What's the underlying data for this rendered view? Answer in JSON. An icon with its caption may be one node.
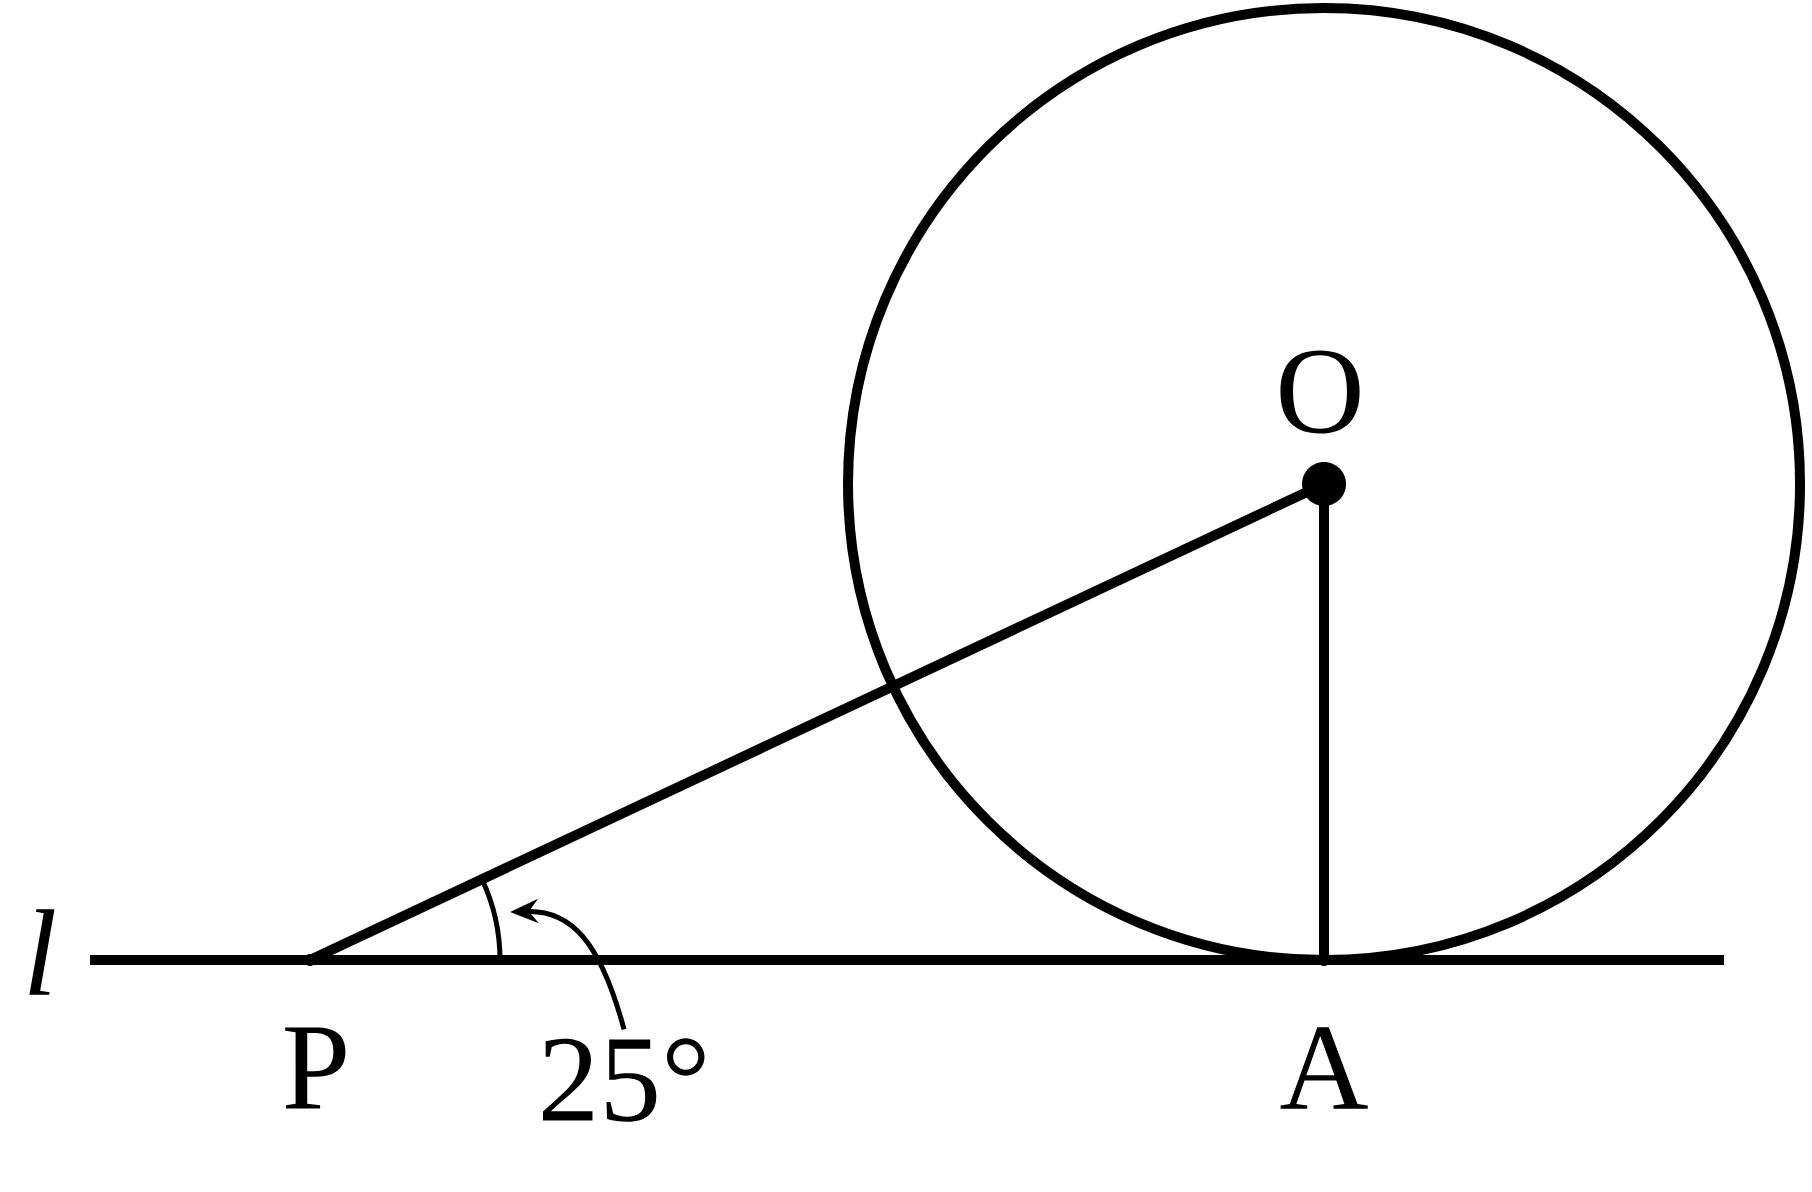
{
  "diagram": {
    "nodes": [
      {
        "text": [],
        "shape": "circle",
        "beside": [
          "O"
        ]
      },
      {
        "text": [],
        "shape": "point",
        "beside": [
          "P"
        ]
      },
      {
        "text": [],
        "shape": "point",
        "beside": [
          "A"
        ]
      },
      {
        "text": [
          "25°"
        ]
      }
    ],
    "edges": [
      {
        "from": 1,
        "to": 0,
        "arrow": "none"
      },
      {
        "from": 0,
        "to": 2,
        "arrow": "none"
      },
      {
        "from": 3,
        "to": null,
        "arrow": "to"
      }
    ],
    "labels": [
      "*l*"
    ]
  }
}
